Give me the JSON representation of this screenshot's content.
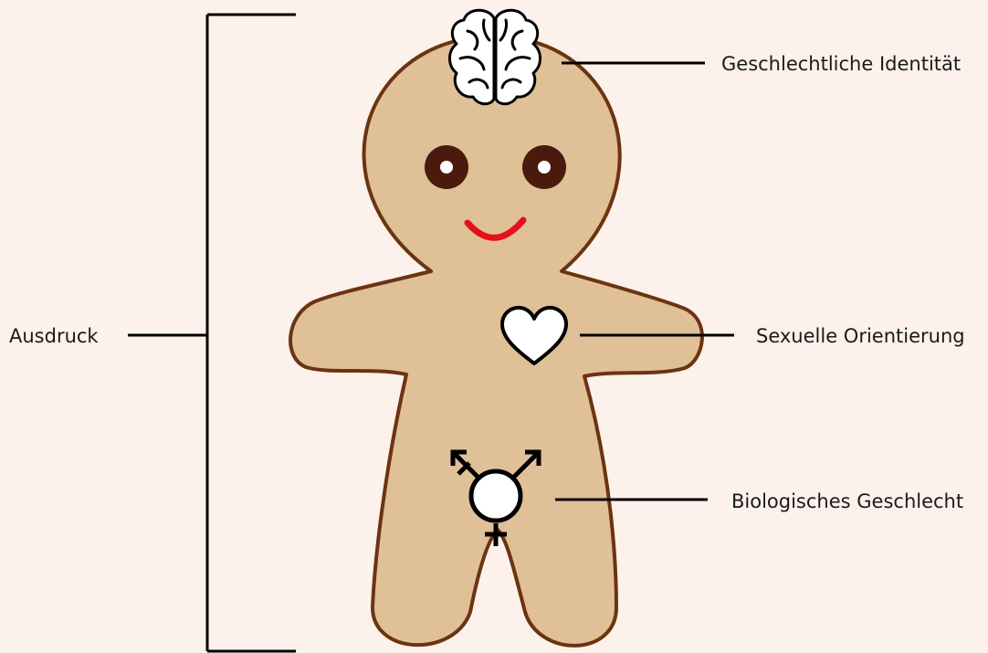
{
  "labels": {
    "gender_identity": "Geschlechtliche Identität",
    "sexual_orientation": "Sexuelle Orientierung",
    "biological_sex": "Biologisches Geschlecht",
    "expression": "Ausdruck"
  },
  "icons": {
    "head": "brain-icon",
    "chest": "heart-icon",
    "hips": "transgender-symbol-icon"
  },
  "colors": {
    "background": "#fdf1ec",
    "body_fill": "#e0c097",
    "body_outline": "#6b3410",
    "eyes": "#4a1a0e",
    "smile": "#e3111b",
    "lines": "#000000"
  }
}
